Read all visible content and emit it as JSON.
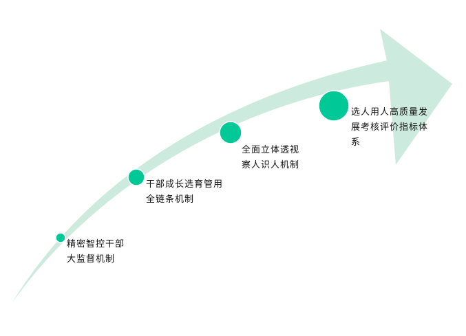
{
  "colors": {
    "arrow": "#cdeade",
    "dot": "#00c896",
    "dot_ring": "#ffffff",
    "text": "#111111"
  },
  "stages": [
    {
      "label": "精密智控干部大监督机制"
    },
    {
      "label": "干部成长选育管用全链条机制"
    },
    {
      "label": "全面立体透视察人识人机制"
    },
    {
      "label": "选人用人高质量发展考核评价指标体系"
    }
  ]
}
